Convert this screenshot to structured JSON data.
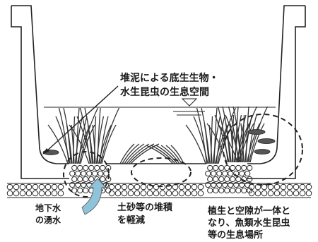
{
  "labels": {
    "sediment_top_1": "堆泥による底生生物・",
    "sediment_top_2": "水生昆虫の生息空間",
    "groundwater_1": "地下水",
    "groundwater_2": "の湧水",
    "deposit_1": "土砂等の堆積",
    "deposit_2": "を軽減",
    "habitat_1": "植生と空隙が一体と",
    "habitat_2": "なり、魚類水生昆虫",
    "habitat_3": "等の生息場所"
  },
  "colors": {
    "line": "#222222",
    "arrow": "#8ec3d9",
    "plant": "#3a3a3a",
    "fish": "#555555"
  }
}
